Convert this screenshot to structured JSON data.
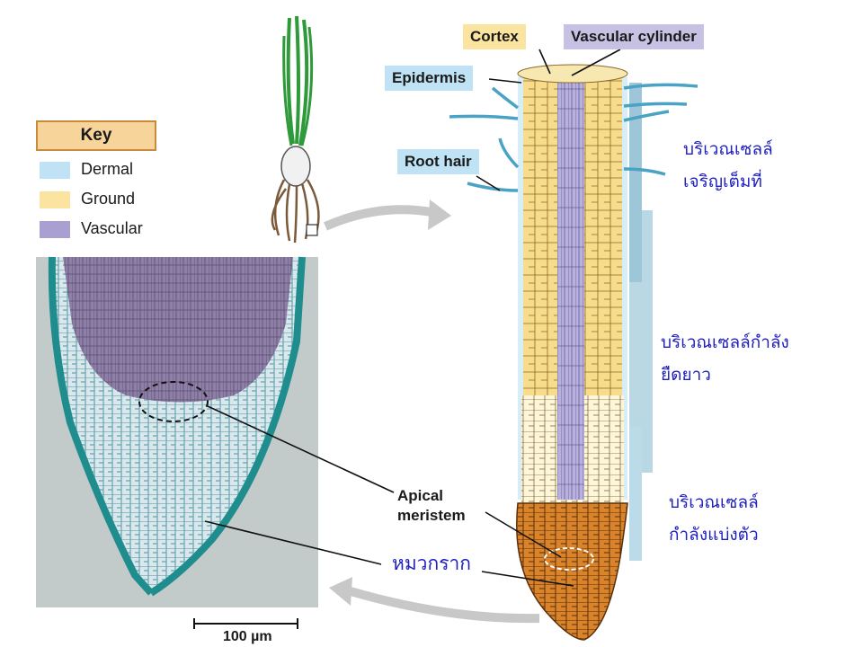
{
  "labels": {
    "cortex": "Cortex",
    "vascular_cylinder": "Vascular cylinder",
    "epidermis": "Epidermis",
    "root_hair": "Root hair",
    "apical_meristem_line1": "Apical",
    "apical_meristem_line2": "meristem",
    "root_cap": "หมวกราก"
  },
  "key": {
    "title": "Key",
    "items": [
      {
        "label": "Dermal",
        "color": "#bfe3f5"
      },
      {
        "label": "Ground",
        "color": "#fbe3a0"
      },
      {
        "label": "Vascular",
        "color": "#a99fd0"
      }
    ]
  },
  "zones": {
    "maturation_line1": "บริเวณเซลล์",
    "maturation_line2": "เจริญเต็มที่",
    "elongation_line1": "บริเวณเซลล์กำลัง",
    "elongation_line2": "ยืดยาว",
    "division_line1": "บริเวณเซลล์",
    "division_line2": "กำลังแบ่งตัว"
  },
  "scale_bar": {
    "value": "100",
    "unit": "µm"
  },
  "colors": {
    "dermal": "#bfe3f5",
    "ground": "#fbe3a0",
    "vascular": "#a99fd0",
    "root_cap": "#d9832a",
    "zone_text": "#1f1fbf"
  }
}
